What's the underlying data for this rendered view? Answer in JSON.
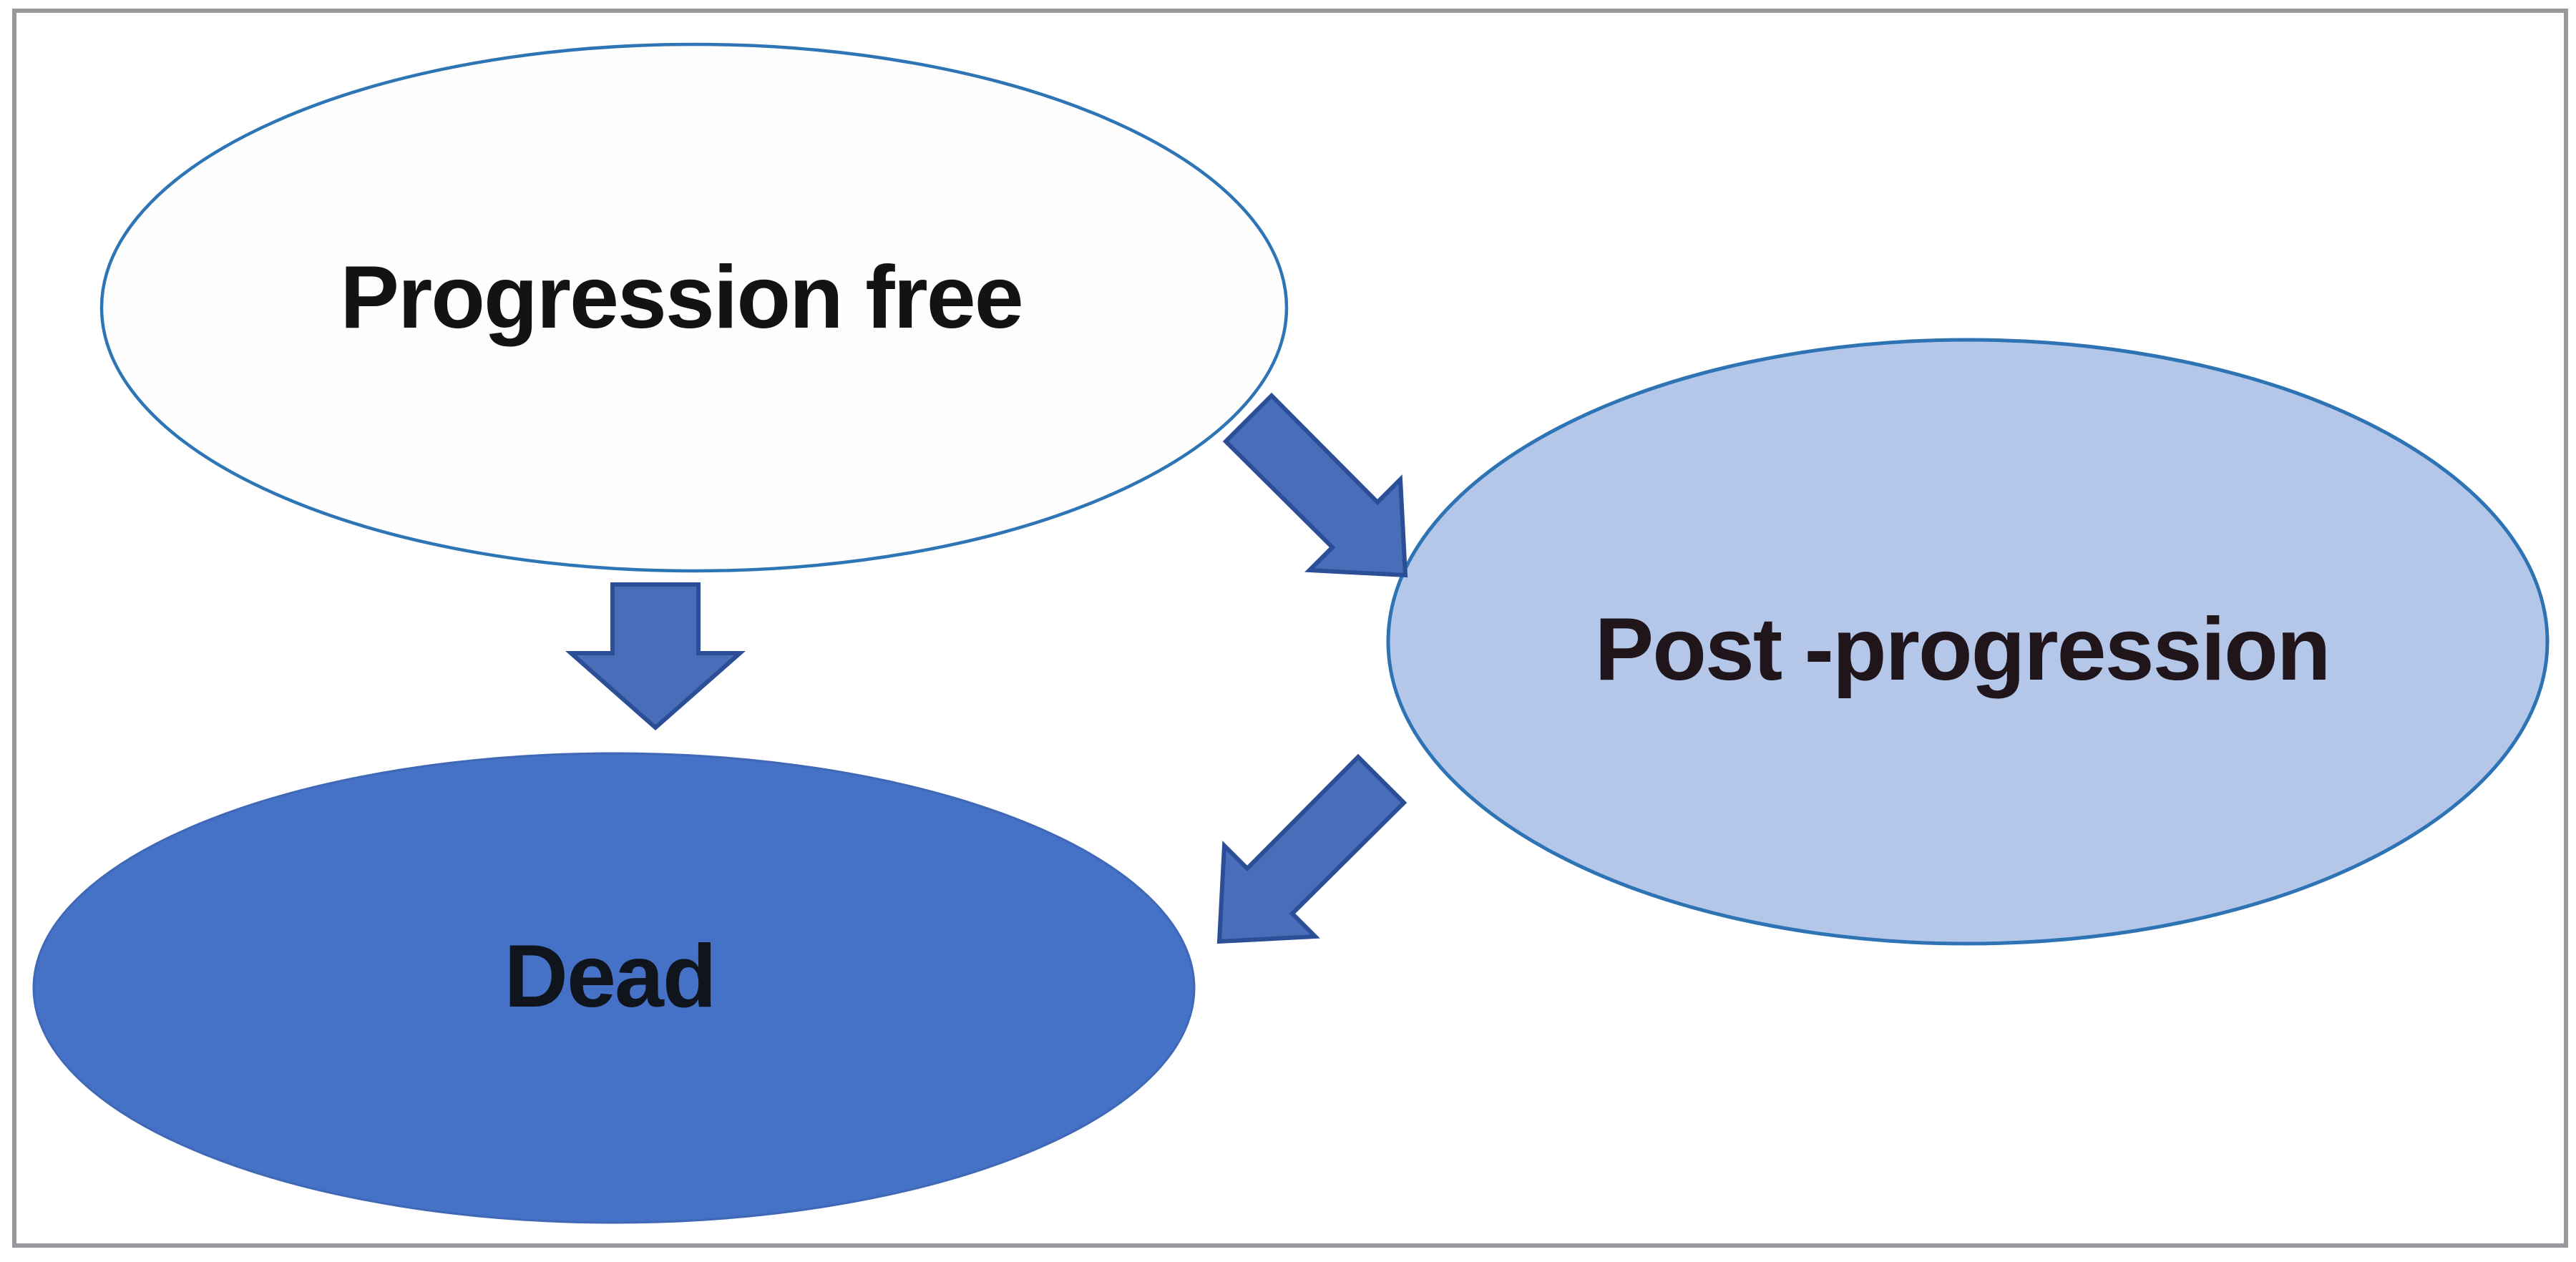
{
  "figure": {
    "type": "state-transition-diagram",
    "background": "#ffffff",
    "frame_color": "#97999c"
  },
  "nodes": [
    {
      "id": "progression-free",
      "label": "Progression free",
      "fill": "#fefefe",
      "stroke": "#2e75b6",
      "text_color": "#131313"
    },
    {
      "id": "post-progression",
      "label": "Post -progression",
      "fill": "#b4c7e9",
      "stroke": "#2e74b5",
      "text_color": "#20151a"
    },
    {
      "id": "dead",
      "label": "Dead",
      "fill": "#4571c6",
      "stroke": "#3f68b6",
      "text_color": "#10141c"
    }
  ],
  "edges": [
    {
      "from": "progression-free",
      "to": "post-progression",
      "direction": "down-right"
    },
    {
      "from": "progression-free",
      "to": "dead",
      "direction": "down"
    },
    {
      "from": "post-progression",
      "to": "dead",
      "direction": "down-left"
    }
  ],
  "arrow_style": {
    "fill": "#4a6db9",
    "stroke": "#2b4e96"
  }
}
